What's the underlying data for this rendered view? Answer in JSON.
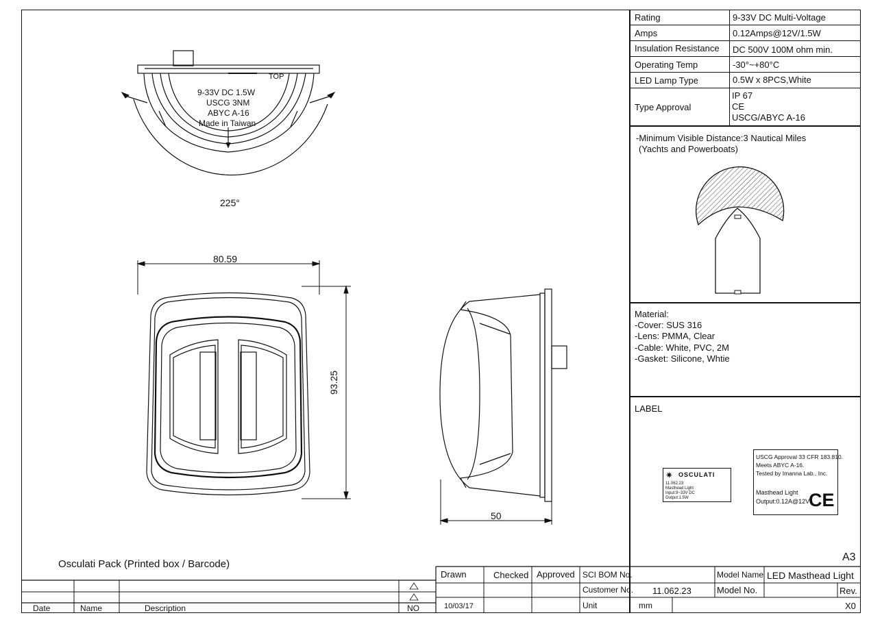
{
  "specs": {
    "rows": [
      {
        "label": "Rating",
        "value": "9-33V DC Multi-Voltage"
      },
      {
        "label": "Amps",
        "value": "0.12Amps@12V/1.5W"
      },
      {
        "label": "Insulation Resistance",
        "value": "DC 500V 100M ohm min."
      },
      {
        "label": "Operating Temp",
        "value": "-30°~+80°C"
      },
      {
        "label": "LED Lamp Type",
        "value": "0.5W x 8PCS,White"
      }
    ],
    "approval_label": "Type Approval",
    "approval_values": [
      "IP 67",
      "CE",
      "USCG/ABYC A-16"
    ]
  },
  "visibility": {
    "line1": "-Minimum Visible Distance:3 Nautical Miles",
    "line2": "(Yachts and Powerboats)"
  },
  "material": {
    "lines": [
      "Material:",
      "-Cover: SUS 316",
      "-Lens: PMMA, Clear",
      "-Cable: White, PVC, 2M",
      "-Gasket: Silicone, Whtie"
    ]
  },
  "label_section": {
    "title": "LABEL",
    "left_label": {
      "brand": "OSCULATI",
      "lines": [
        "11.062.23",
        "Masthead Light",
        "Input:9~33V DC",
        "Output:1.5W"
      ]
    },
    "right_label": {
      "lines": [
        "USCG Approval 33 CFR 183.810.",
        "Meets ABYC A-16.",
        "Tested by Imanna Lab., Inc.",
        "Masthead Light",
        "Output:0.12A@12V"
      ],
      "ce": "CE"
    }
  },
  "sheet_size": "A3",
  "drawing": {
    "top_view": {
      "label_lines": [
        "9-33V DC 1.5W",
        "USCG 3NM",
        "ABYC A-16",
        "Made in Taiwan"
      ],
      "top_text": "TOP",
      "angle": "225°"
    },
    "front_view": {
      "width_dim": "80.59",
      "height_dim": "93.25"
    },
    "side_view": {
      "depth_dim": "50"
    },
    "pack_note": "Osculati Pack (Printed box / Barcode)"
  },
  "title_block": {
    "headers": [
      "Drawn",
      "Checked",
      "Approved",
      "SCI BOM No."
    ],
    "drawn_date": "10/03/17",
    "customer_no_label": "Customer No.",
    "customer_no": "11.062.23",
    "unit_label": "Unit",
    "unit": "mm",
    "model_name_label": "Model Name",
    "model_name": "LED Masthead Light",
    "model_no_label": "Model No.",
    "rev_label": "Rev.",
    "rev": "X0"
  },
  "revision_table": {
    "headers": [
      "Date",
      "Name",
      "Description",
      "NO"
    ]
  }
}
